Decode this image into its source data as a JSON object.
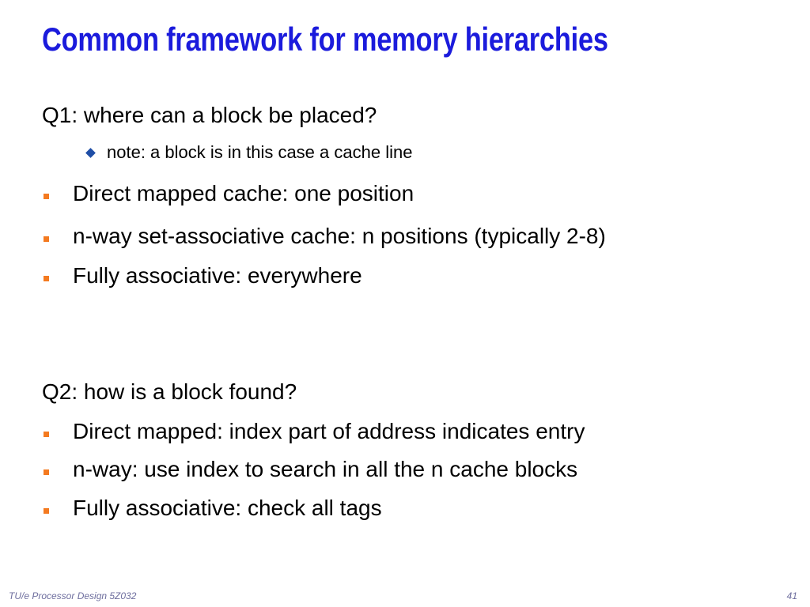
{
  "slide": {
    "title": "Common framework for memory hierarchies",
    "q1": {
      "question": "Q1: where can a block be placed?",
      "note": "note: a block is in this case a cache line",
      "bullets": [
        "Direct mapped cache: one position",
        "n-way set-associative cache: n positions (typically 2-8)",
        "Fully associative: everywhere"
      ]
    },
    "q2": {
      "question": "Q2: how is a block found?",
      "bullets": [
        "Direct mapped: index part of address indicates entry",
        "n-way: use index to search in all the n cache blocks",
        "Fully associative: check all tags"
      ]
    },
    "footer": {
      "course": "TU/e Processor Design 5Z032",
      "page_number": "41"
    }
  },
  "colors": {
    "title": "#1b1bdc",
    "bullet_square": "#f47a20",
    "sub_bullet_diamond": "#1f4ea6",
    "footer": "#6e6e9e"
  },
  "icons": {
    "sub_bullet": "diamond-bullet-icon",
    "bullet": "square-bullet-icon"
  }
}
